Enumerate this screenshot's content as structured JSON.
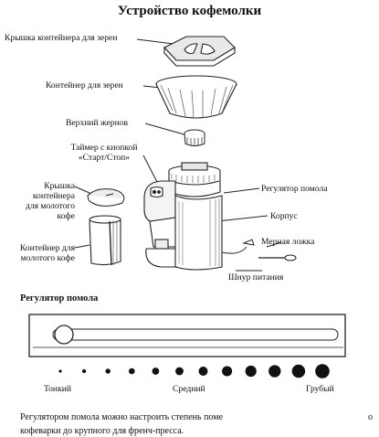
{
  "title": "Устройство кофемолки",
  "labels": {
    "bean_lid": "Крышка контейнера для зерен",
    "bean_container": "Контейнер для зерен",
    "upper_burr": "Верхний жернов",
    "timer_line1": "Таймер с кнопкой",
    "timer_line2": "«Старт/Стоп»",
    "ground_lid_line1": "Крышка",
    "ground_lid_line2": "контейнера",
    "ground_lid_line3": "для молотого",
    "ground_lid_line4": "кофе",
    "ground_container_line1": "Контейнер для",
    "ground_container_line2": "молотого кофе",
    "grind_regulator": "Регулятор помола",
    "body": "Корпус",
    "measuring_spoon": "Мерная ложка",
    "power_cord": "Шнур питания"
  },
  "regulator": {
    "heading": "Регулятор помола",
    "fine": "Тонкий",
    "medium": "Средний",
    "coarse": "Грубый",
    "slider_position": 0.0,
    "dot_count": 12
  },
  "bottom_text": {
    "line1": "Регулятором помола можно настроить степень поме",
    "trail": "о",
    "line2": "кофеварки до крупного для френч-пресса."
  }
}
